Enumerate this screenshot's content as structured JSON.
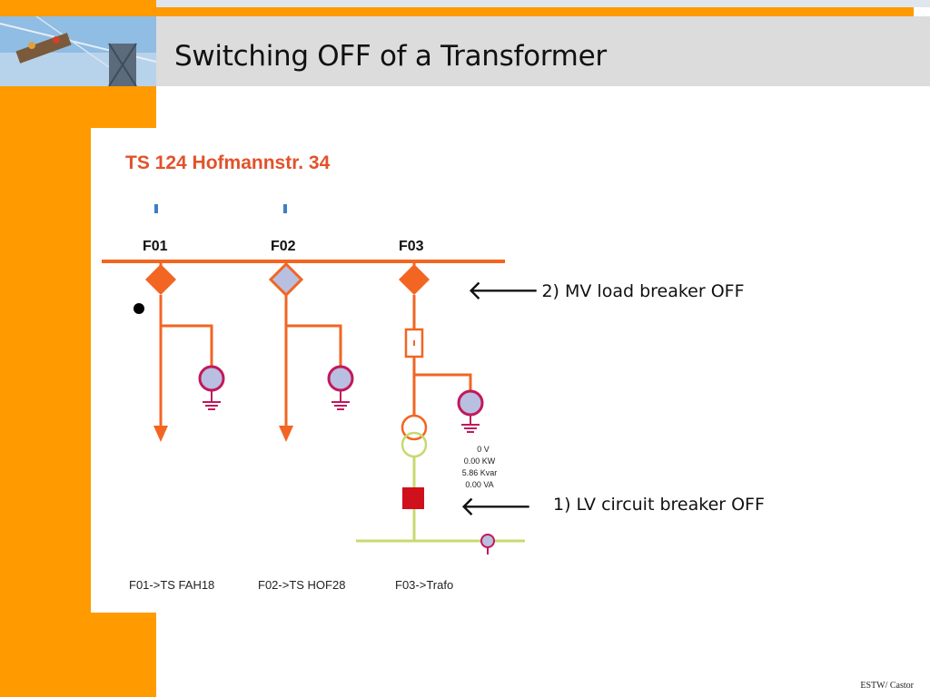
{
  "slide": {
    "title": "Switching OFF of a Transformer",
    "footer": "ESTW/ Castor"
  },
  "diagram": {
    "station_title": "TS 124 Hofmannstr. 34",
    "feeders": [
      {
        "id": "F01",
        "label": "F01->TS FAH18"
      },
      {
        "id": "F02",
        "label": "F02->TS HOF28"
      },
      {
        "id": "F03",
        "label": "F03->Trafo"
      }
    ],
    "measurements": [
      "0 V",
      "0.00 KW",
      "5.86 Kvar",
      "0.00 VA"
    ]
  },
  "annotations": {
    "mv": {
      "arrow": "🡐",
      "text": "2)  MV load breaker OFF"
    },
    "lv": {
      "arrow": "🡐",
      "text": "1)  LV circuit breaker OFF"
    }
  },
  "colors": {
    "accent_orange": "#ff9a00",
    "busbar": "#f26522",
    "breaker_on": "#f26522",
    "breaker_off": "#b9bfe0",
    "lv_busbar": "#c8d96f",
    "lv_breaker": "#d0101a",
    "earth": "#c2185b"
  }
}
